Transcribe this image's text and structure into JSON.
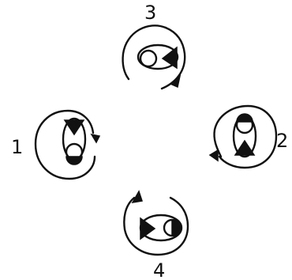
{
  "positions": [
    {
      "label": "1"
    },
    {
      "label": "2"
    },
    {
      "label": "3"
    },
    {
      "label": "4"
    }
  ]
}
